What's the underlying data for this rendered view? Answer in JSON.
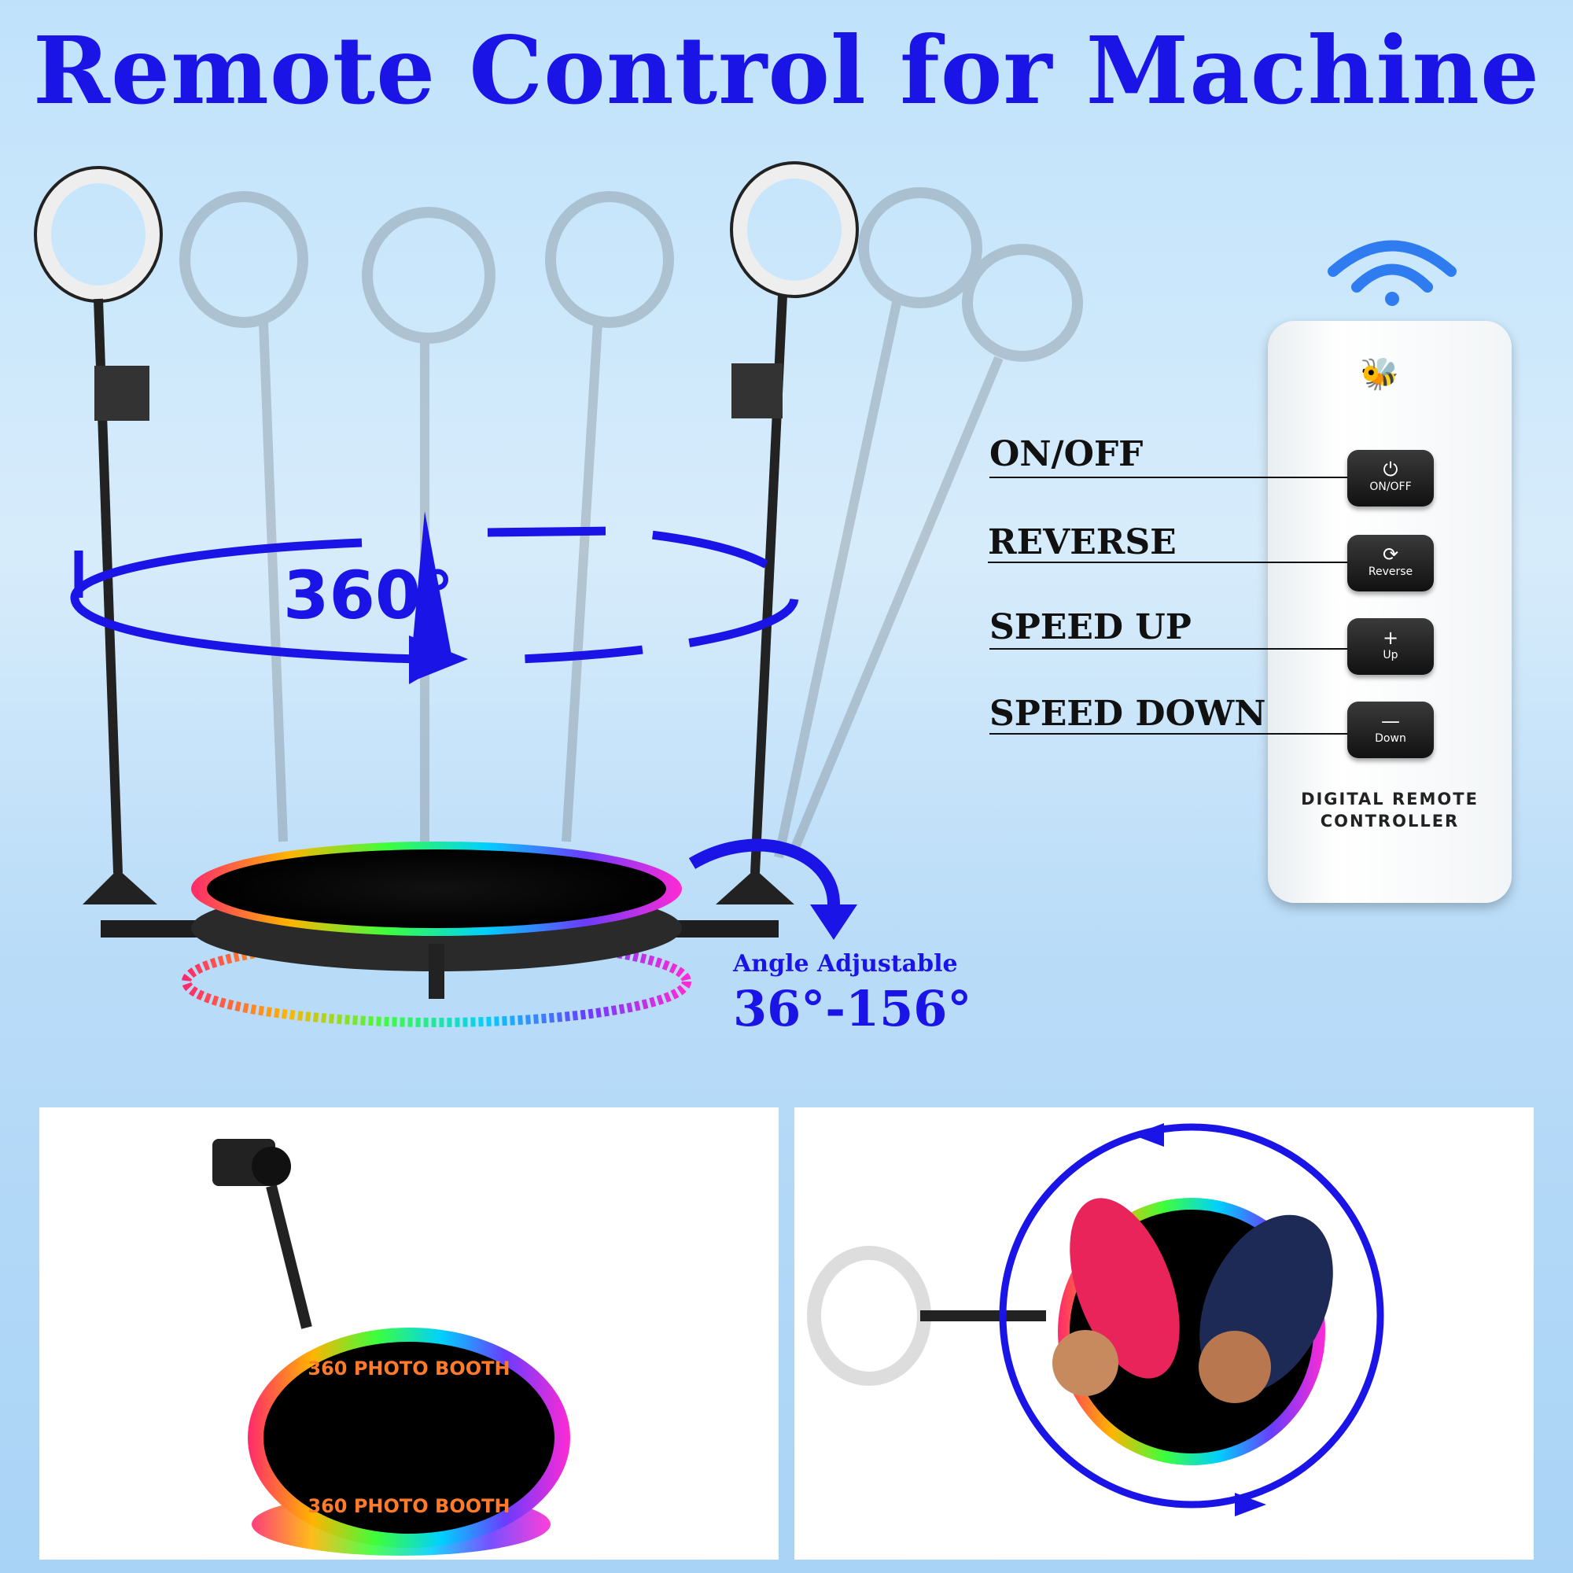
{
  "title": "Remote Control for Machine",
  "rotation_label": "360°",
  "angle": {
    "title": "Angle Adjustable",
    "range": "36°-156°"
  },
  "platform_text": "360 PHOTO BOOTH",
  "remote": {
    "caption_line1": "DIGITAL REMOTE",
    "caption_line2": "CONTROLLER",
    "buttons": [
      {
        "label": "ON/OFF",
        "symbol": "⏻",
        "text": "ON/OFF"
      },
      {
        "label": "REVERSE",
        "symbol": "⟳",
        "text": "Reverse"
      },
      {
        "label": "SPEED UP",
        "symbol": "+",
        "text": "Up"
      },
      {
        "label": "SPEED DOWN",
        "symbol": "—",
        "text": "Down"
      }
    ]
  },
  "colors": {
    "accent_blue": "#1a14e6",
    "button_dark": "#1c1c1c"
  }
}
